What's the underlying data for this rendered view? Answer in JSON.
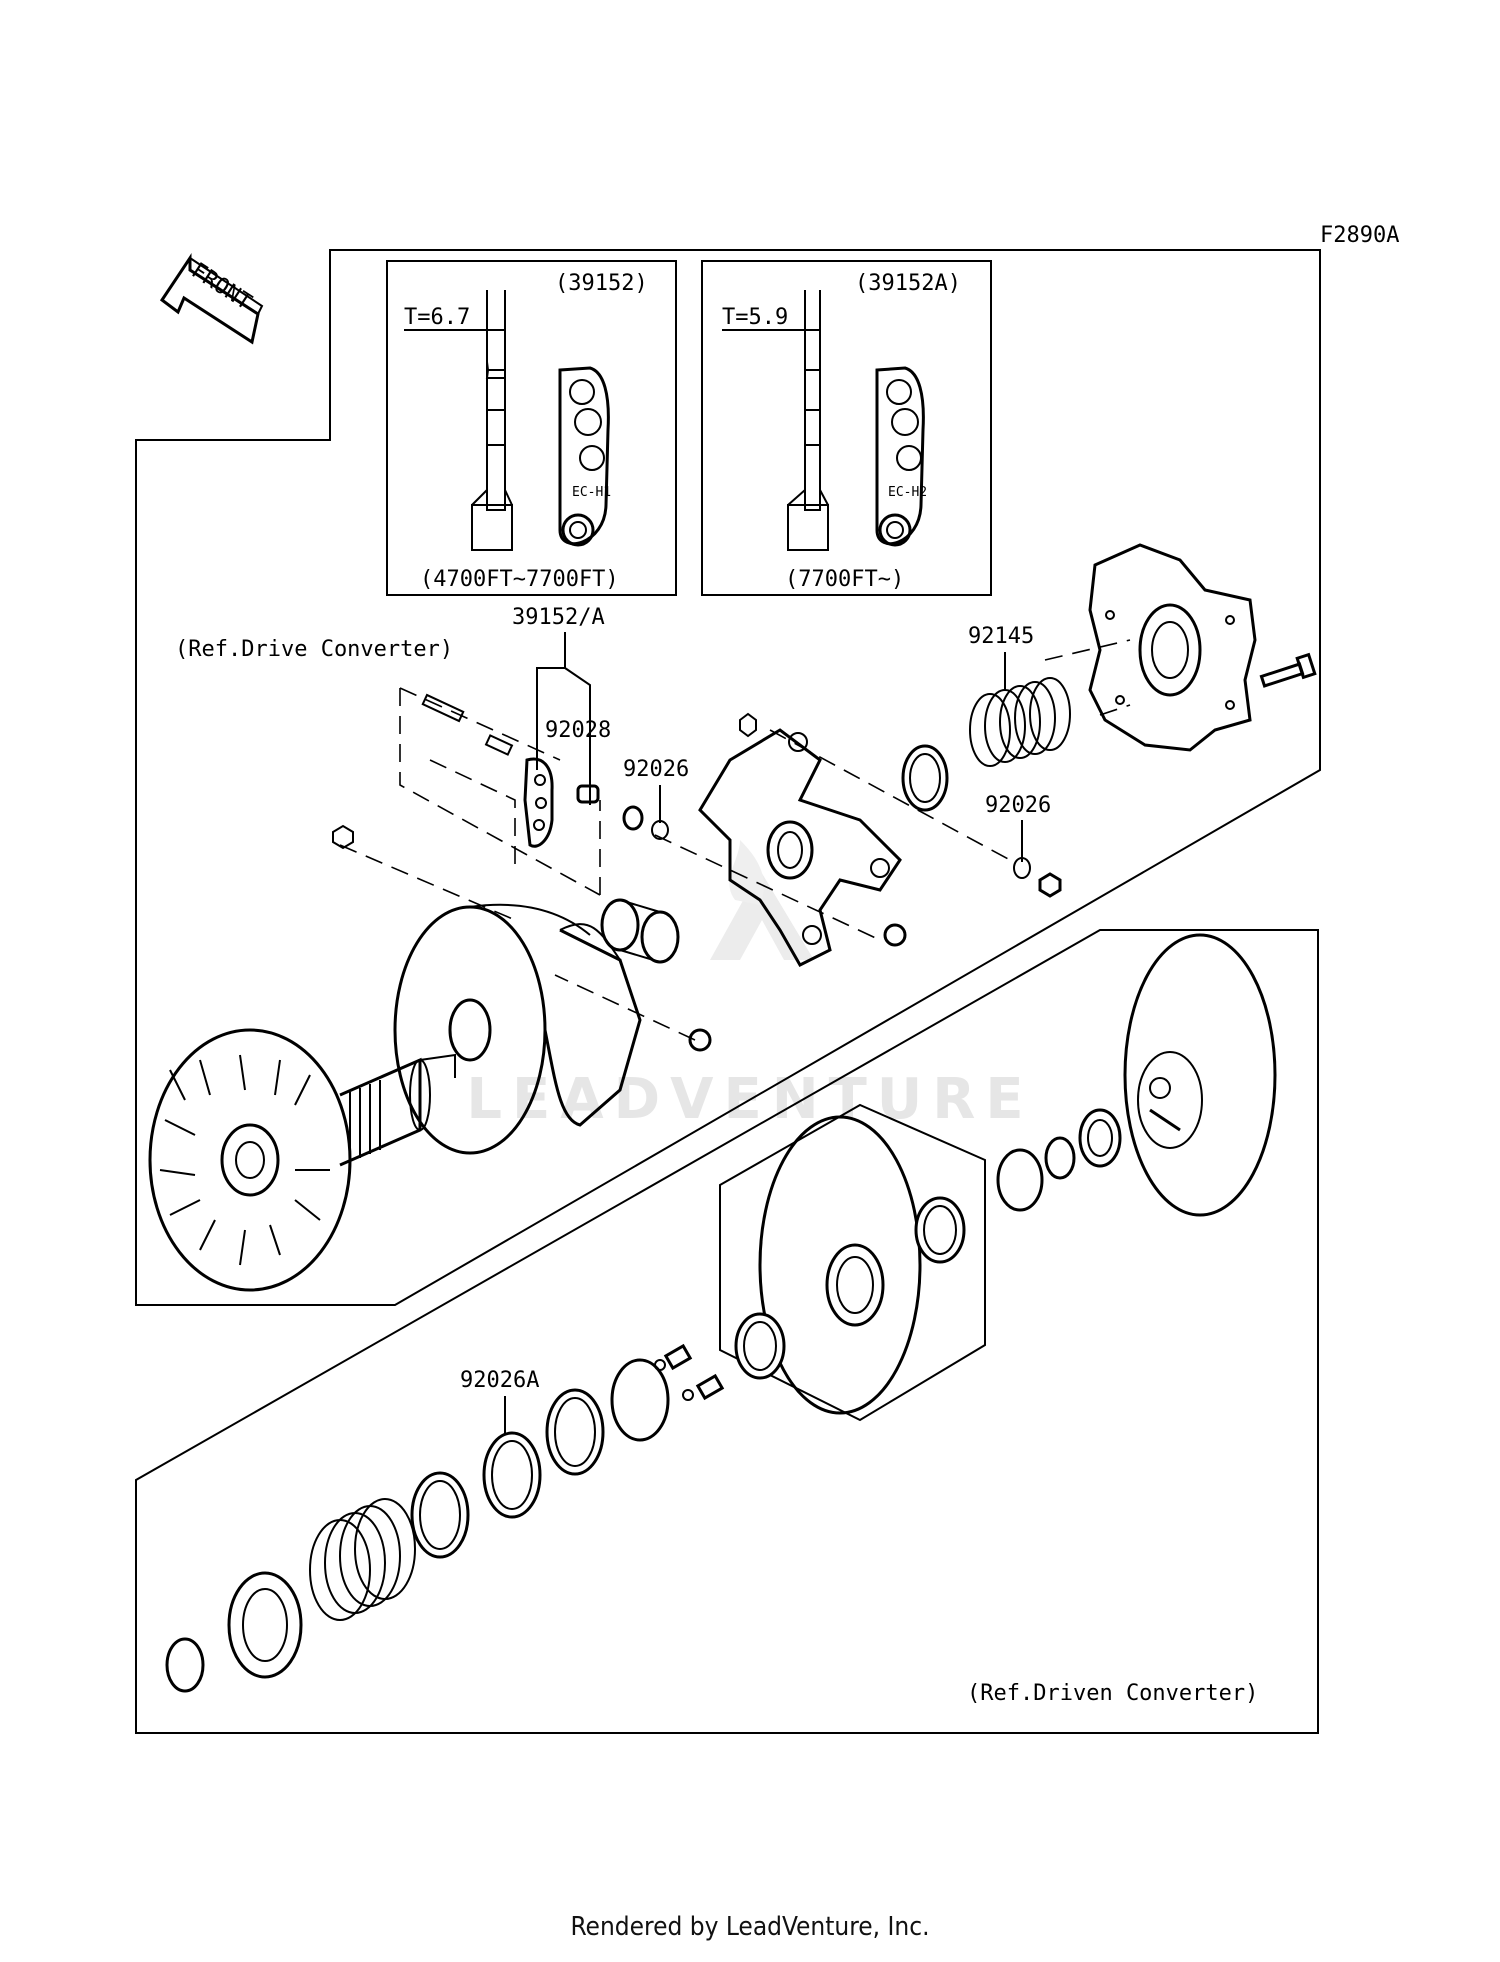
{
  "figure_code": "F2890A",
  "front_label": "FRONT",
  "inset_a": {
    "part_no": "(39152)",
    "thickness": "T=6.7",
    "mark": "EC-H1",
    "altitude": "(4700FT~7700FT)"
  },
  "inset_b": {
    "part_no": "(39152A)",
    "thickness": "T=5.9",
    "mark": "EC-H2",
    "altitude": "(7700FT~)"
  },
  "callouts": {
    "weight_set": "39152/A",
    "collar": "92028",
    "washer_left": "92026",
    "spring": "92145",
    "washer_right": "92026",
    "washer_driven": "92026A"
  },
  "references": {
    "drive": "(Ref.Drive Converter)",
    "driven": "(Ref.Driven Converter)"
  },
  "watermark": "LEADVENTURE",
  "footer": "Rendered by LeadVenture, Inc."
}
